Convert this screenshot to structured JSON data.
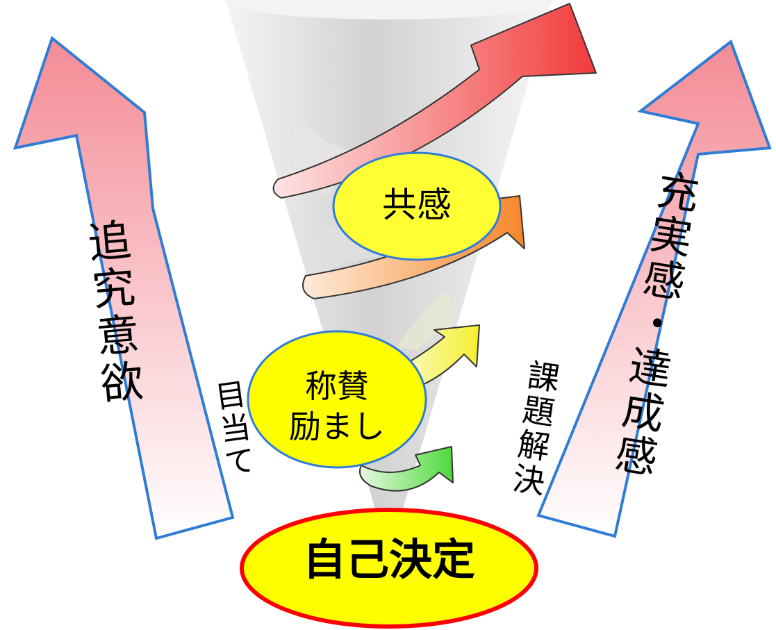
{
  "diagram": {
    "left_arrow_label": "追究意欲",
    "right_arrow_label": "充実感・達成感",
    "left_side_label": "目当て",
    "right_side_label": "課題解決",
    "ellipse_top": "共感",
    "ellipse_middle_line1": "称賛",
    "ellipse_middle_line2": "励まし",
    "ellipse_bottom": "自己決定",
    "colors": {
      "arrow_fill": "#f48b95",
      "arrow_stroke": "#2e7cd6",
      "ellipse_yellow": "#ffff00",
      "ellipse_top_fill": "#ffff33",
      "ellipse_bottom_stroke": "#ff0000",
      "spiral_red": "#f23a3a",
      "spiral_orange": "#f5862a",
      "spiral_yellow": "#f5f02e",
      "spiral_green": "#4fd83c"
    }
  }
}
